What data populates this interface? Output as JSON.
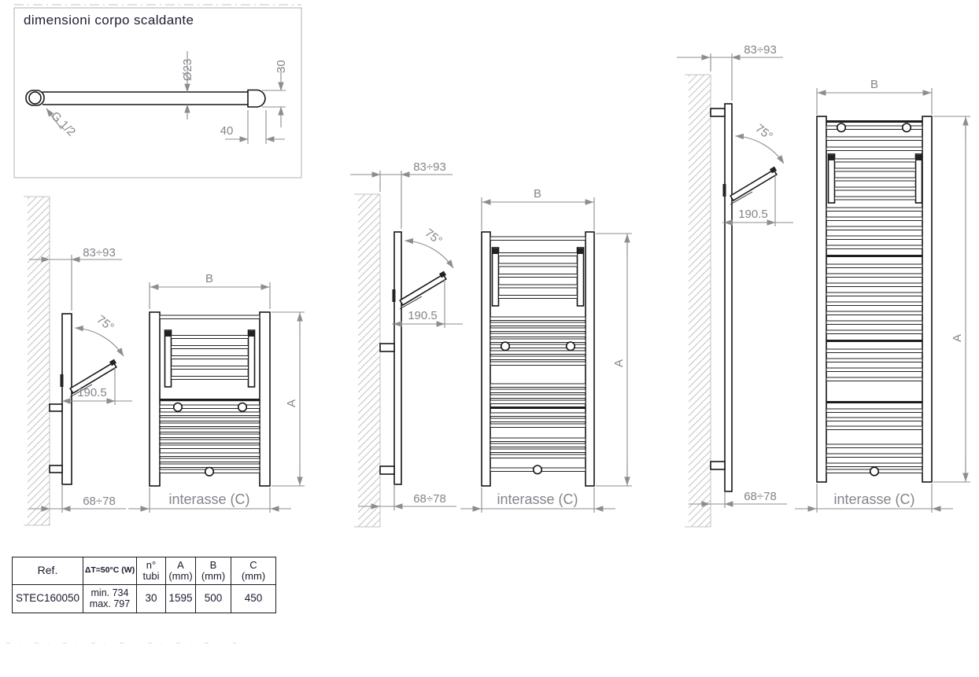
{
  "detail_box": {
    "title": "dimensioni corpo scaldante",
    "dims": {
      "diameter": "Ø23",
      "cap_height": "30",
      "cap_offset": "40",
      "thread": "G 1/2"
    }
  },
  "radiators": {
    "dims": {
      "wall_to_front": "83÷93",
      "tilt_angle": "75°",
      "bar_length": "190.5",
      "wall_to_back": "68÷78",
      "width_label": "B",
      "height_label": "A",
      "axle_label": "interasse (C)"
    }
  },
  "table": {
    "headers": {
      "ref": "Ref.",
      "power": "ΔT=50°C (W)",
      "tubes_line1": "n°",
      "tubes_line2": "tubi",
      "a_line1": "A",
      "a_line2": "(mm)",
      "b_line1": "B",
      "b_line2": "(mm)",
      "c_line1": "C",
      "c_line2": "(mm)"
    },
    "row": {
      "ref": "STEC160050",
      "power_min": "min. 734",
      "power_max": "max. 797",
      "tubes": "30",
      "a": "1595",
      "b": "500",
      "c": "450"
    }
  },
  "colors": {
    "line": "#161616",
    "dimension": "#8d8d8d",
    "text_dark": "#1c1c33"
  }
}
